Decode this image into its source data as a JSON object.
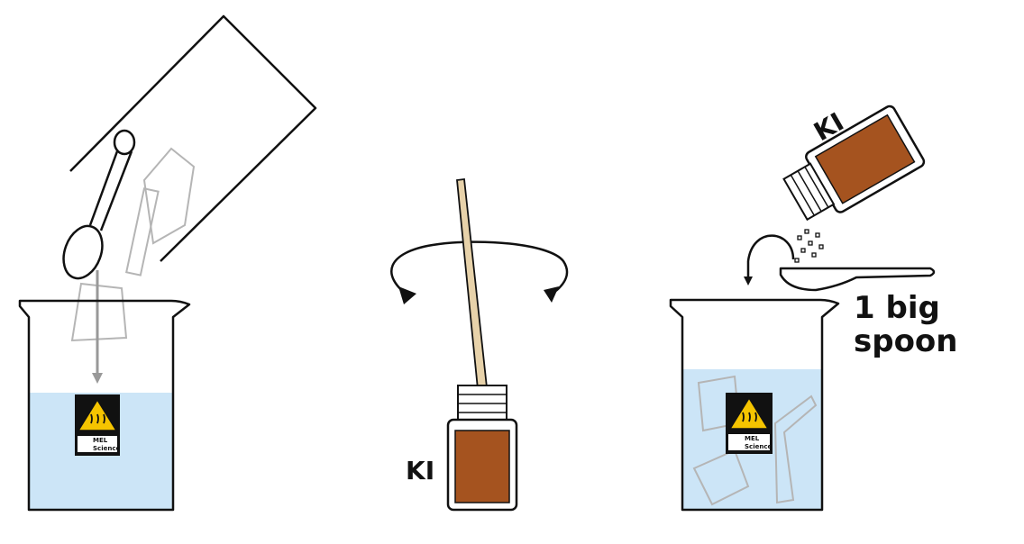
{
  "labels": {
    "vial_label_middle": "KI",
    "vial_label_right": "KI",
    "amount_line1": "1 big",
    "amount_line2": "spoon",
    "brand_line1": "MEL",
    "brand_line2": "Science"
  },
  "icons": [
    "heat-warning-icon",
    "rotate-arrow-icon",
    "pour-arrow-icon"
  ],
  "colors": {
    "liquid": "#cce5f7",
    "vial": "#a5531f",
    "stick": "#e7d2aa",
    "warning": "#f5c400",
    "outline": "#111111",
    "ghost": "#b0b0b0"
  }
}
